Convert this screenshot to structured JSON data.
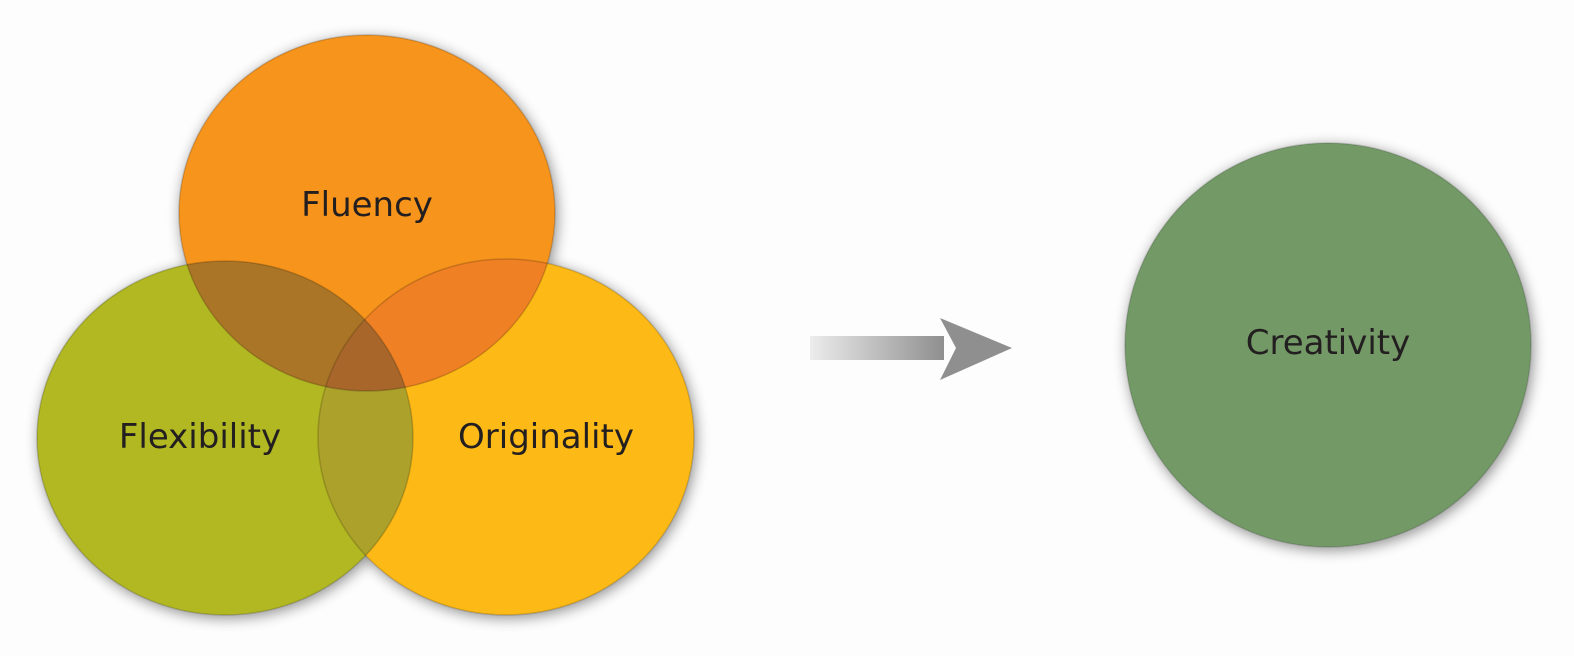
{
  "diagram": {
    "components": [
      {
        "label": "Fluency",
        "color": "#F7941E"
      },
      {
        "label": "Flexibility",
        "color": "#B1B824"
      },
      {
        "label": "Originality",
        "color": "#FDBA13"
      }
    ],
    "overlaps": {
      "fluency_flexibility": "#AA7526",
      "fluency_originality": "#F08024",
      "flexibility_originality": "#ABA12B",
      "all_three": "#A8662B"
    },
    "arrow_color": "#8f8f90",
    "result": {
      "label": "Creativity",
      "color": "#739A66"
    }
  }
}
